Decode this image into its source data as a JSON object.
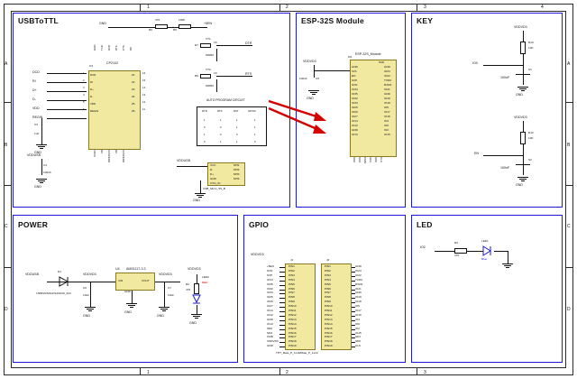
{
  "sheet": {
    "zone_cols": [
      "1",
      "2",
      "3",
      "4"
    ],
    "zone_rows": [
      "A",
      "B",
      "C",
      "D"
    ]
  },
  "blocks": {
    "usb": {
      "title": "USBToTTL",
      "ic": {
        "ref": "U3",
        "name": "CP2102",
        "left_pins": [
          "DCD",
          "RI",
          "D+",
          "D-",
          "VDD",
          "REGIN"
        ],
        "left_nums": [
          "1",
          "2",
          "3",
          "4",
          "5",
          "6"
        ],
        "right_pins": [
          "Z1",
          "Z2",
          "Z3",
          "Z4",
          "Z5",
          "Z6"
        ],
        "right_nums": [
          "16",
          "15",
          "14",
          "13",
          "12",
          "11"
        ],
        "top_pins": [
          "GND",
          "TXD",
          "RXD",
          "RTS",
          "CTS",
          "NC"
        ],
        "bottom_pins": [
          "VBUS",
          "NC",
          "SUSPEND",
          "NC",
          "SUSPEND"
        ]
      },
      "nets": [
        "GND",
        "+5EN",
        "VDDUSB",
        "DCD",
        "RI",
        "D+",
        "D-",
        "VDD",
        "REGIN",
        "VT1",
        "VT2",
        "DTR",
        "RTS",
        "EN",
        "IO0"
      ],
      "parts": [
        {
          "ref": "R6",
          "value": "470"
        },
        {
          "ref": "R5",
          "value": "100K"
        },
        {
          "ref": "R7",
          "value": "1K"
        },
        {
          "ref": "R8",
          "value": "1K"
        },
        {
          "ref": "C3",
          "value": "1uF"
        },
        {
          "ref": "C4",
          "value": "100nF"
        },
        {
          "ref": "Q1",
          "value": "S8050"
        },
        {
          "ref": "Q2",
          "value": "S8050"
        },
        {
          "ref": "U1",
          "value": "USB_Micro_5S_B"
        }
      ],
      "usb_conn_pins": [
        "VCC",
        "D-",
        "D+",
        "GND",
        "OTG_ID"
      ],
      "usb_conn_right": [
        "MH1",
        "MH2",
        "MH3",
        "MH4"
      ],
      "table": {
        "title": "AUTO PROGRAM CIRCUIT",
        "headers": [
          "DTR",
          "RTS",
          "RST",
          "GPIO0"
        ],
        "rows": [
          [
            "1",
            "1",
            "1",
            "1"
          ],
          [
            "0",
            "0",
            "1",
            "1"
          ],
          [
            "1",
            "0",
            "0",
            "1"
          ],
          [
            "0",
            "1",
            "1",
            "0"
          ]
        ]
      }
    },
    "esp": {
      "title": "ESP-32S Module",
      "ref": "M1",
      "name": "ESP-32S_Module",
      "left_pins": [
        "GND",
        "3V3",
        "EN",
        "SVP",
        "SVN",
        "IO34",
        "IO35",
        "IO32",
        "IO33",
        "IO25",
        "IO26",
        "IO27",
        "IO14",
        "IO12",
        "GND",
        "IO13",
        "SD2",
        "SD3",
        "CMD"
      ],
      "right_pins": [
        "GND",
        "IO23",
        "IO22",
        "TXD0",
        "RXD0",
        "IO21",
        "GND",
        "IO19",
        "IO18",
        "IO5",
        "IO17",
        "IO16",
        "IO4",
        "IO0",
        "IO2",
        "IO15",
        "SD1",
        "SD0",
        "CLK"
      ],
      "pad_label": "PAD",
      "decoupling": {
        "ref": "C5",
        "value": "100nF"
      },
      "power_net": "VDDVD3"
    },
    "key": {
      "title": "KEY",
      "nets": [
        "VDDVD3",
        "IO0",
        "EN",
        "GND"
      ],
      "parts": [
        {
          "ref": "R10",
          "value": "10K"
        },
        {
          "ref": "R12",
          "value": "10K"
        },
        {
          "ref": "S1",
          "value": "SW"
        },
        {
          "ref": "S2",
          "value": "SW"
        },
        {
          "ref": "C10",
          "value": "100nF"
        },
        {
          "ref": "C11",
          "value": "100nF"
        }
      ]
    },
    "power": {
      "title": "POWER",
      "ic": {
        "ref": "U4",
        "name": "AMS1117-3.3",
        "pins": [
          "VIN",
          "GND",
          "VOUT"
        ]
      },
      "parts": [
        {
          "ref": "D1",
          "value": "1N5819/SS14/SA/SOD_323"
        },
        {
          "ref": "C6",
          "value": "10uF"
        },
        {
          "ref": "C7",
          "value": "10uF"
        },
        {
          "ref": "R2",
          "value": "470"
        },
        {
          "ref": "LED2",
          "value": "RED"
        }
      ],
      "nets": [
        "VDDUSB",
        "VDDVD3",
        "VDDVD3",
        "GND"
      ]
    },
    "gpio": {
      "title": "GPIO",
      "conn_left_ref": "J1",
      "conn_right_ref": "J2",
      "footprint": "THT_Male_P_1x19/Male_P_1x19",
      "left_labels": [
        "+5EN",
        "SVN",
        "SVP",
        "IO34",
        "IO35",
        "IO32",
        "IO33",
        "IO25",
        "IO26",
        "IO27",
        "IO14",
        "IO12",
        "GND",
        "IO13",
        "SD2",
        "SD3",
        "CMD",
        "VDDVD3",
        "GND"
      ],
      "left_pins": [
        "PIN1",
        "PIN2",
        "PIN3",
        "PIN4",
        "PIN5",
        "PIN6",
        "PIN7",
        "PIN8",
        "PIN9",
        "PIN10",
        "PIN11",
        "PIN12",
        "PIN13",
        "PIN14",
        "PIN15",
        "PIN16",
        "PIN17",
        "PIN18",
        "PIN19"
      ],
      "right_pins": [
        "PIN1",
        "PIN2",
        "PIN3",
        "PIN4",
        "PIN5",
        "PIN6",
        "PIN7",
        "PIN8",
        "PIN9",
        "PIN10",
        "PIN11",
        "PIN12",
        "PIN13",
        "PIN14",
        "PIN15",
        "PIN16",
        "PIN17",
        "PIN18",
        "PIN19"
      ],
      "right_labels": [
        "GND",
        "IO23",
        "IO22",
        "TXD0",
        "RXD0",
        "IO21",
        "GND",
        "IO19",
        "IO18",
        "IO5",
        "IO17",
        "IO16",
        "IO4",
        "IO0",
        "IO2",
        "IO15",
        "SD1",
        "SD0",
        "CLK"
      ]
    },
    "led": {
      "title": "LED",
      "parts": [
        {
          "ref": "R9",
          "value": "470"
        },
        {
          "ref": "LED1",
          "value": "Blue"
        },
        {
          "ref": "IO2",
          "value": "IO2"
        }
      ]
    }
  }
}
